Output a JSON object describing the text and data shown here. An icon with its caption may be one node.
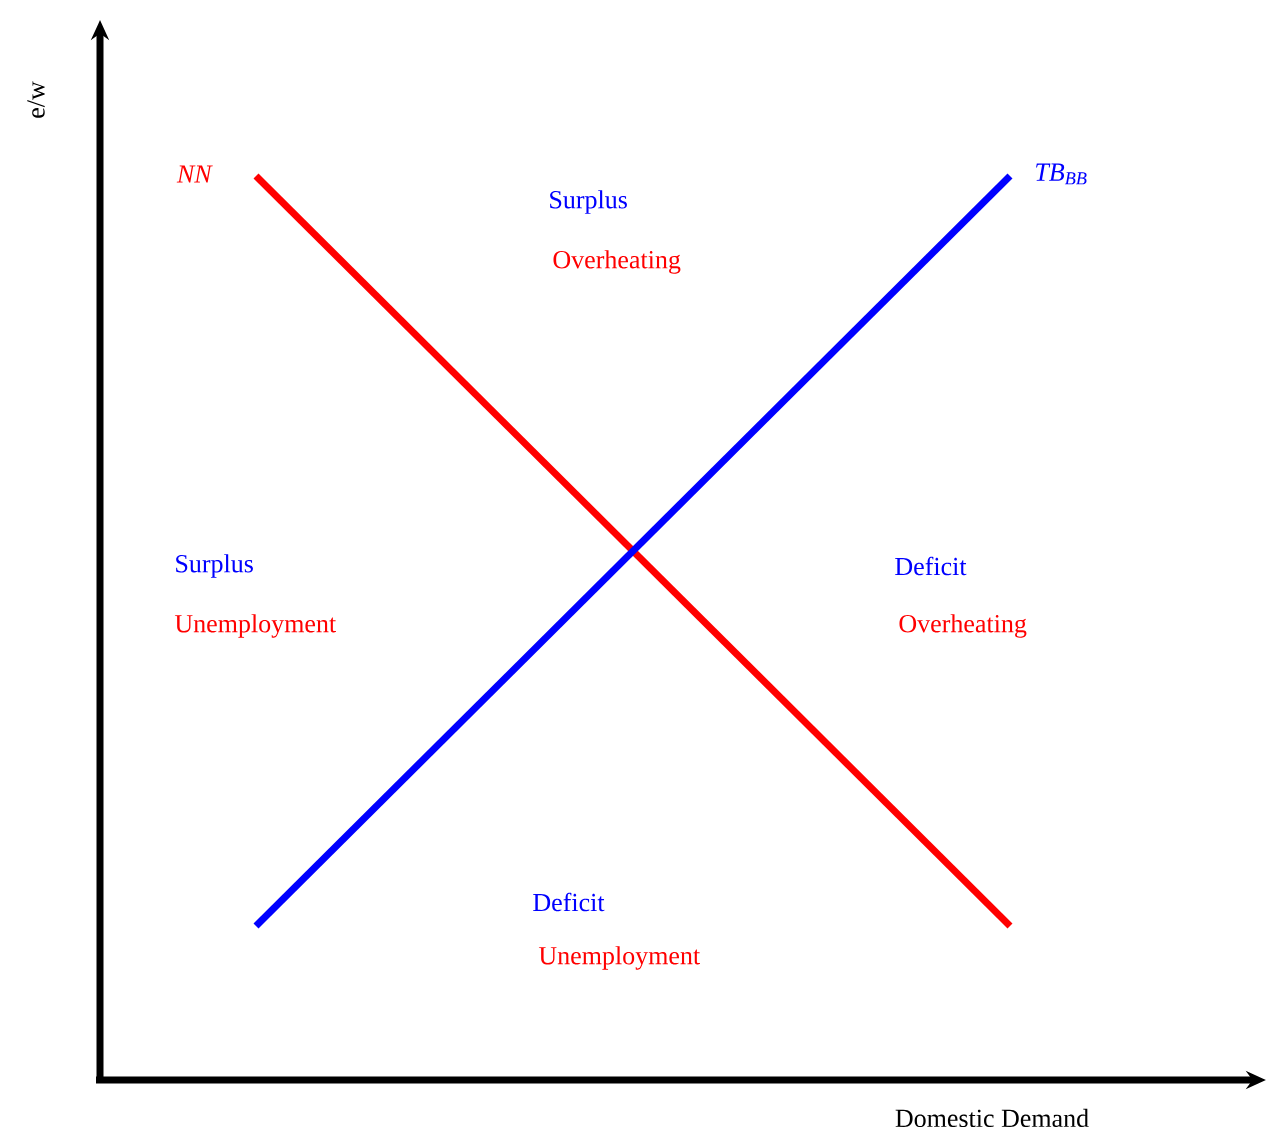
{
  "diagram": {
    "labels": [
      "e/w",
      "NN",
      "Surplus",
      "TB$_{BB}$",
      "Overheating",
      "Surplus",
      "Deficit",
      "Unemployment",
      "Overheating",
      "Deficit",
      "Unemployment",
      "Domestic Demand"
    ]
  }
}
